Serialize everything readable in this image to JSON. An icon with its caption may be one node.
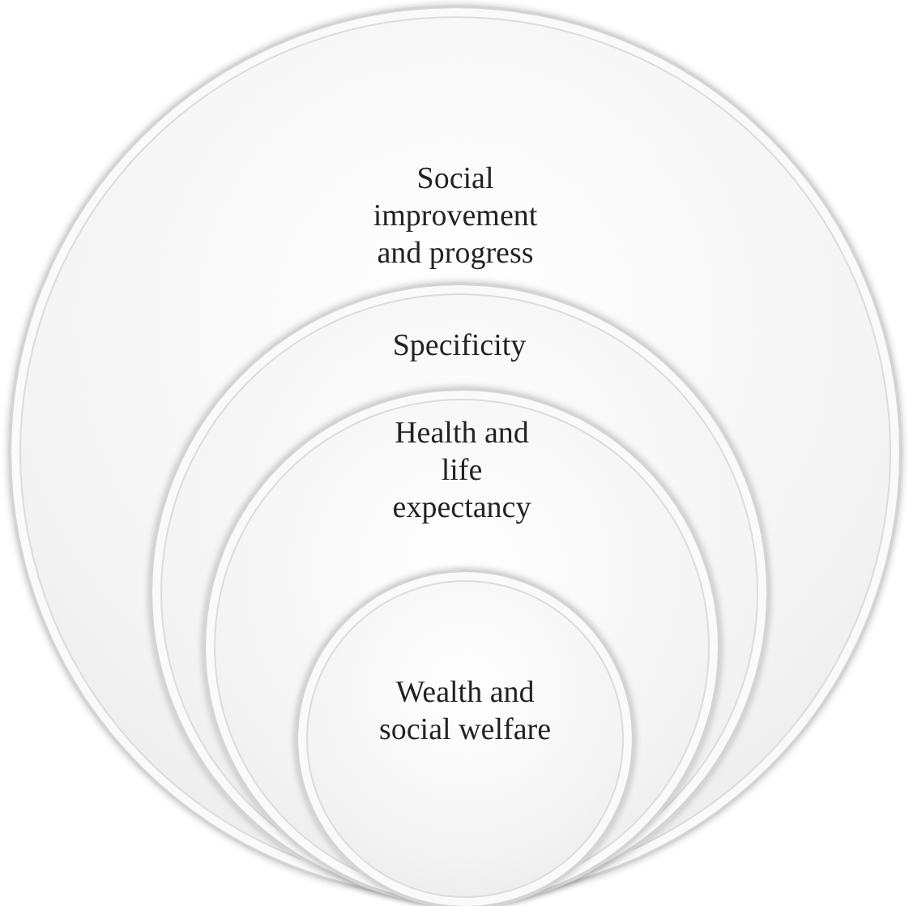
{
  "diagram": {
    "nodes": [
      {
        "text": [
          "Social improvement and progress"
        ]
      },
      {
        "text": [
          "Specificity"
        ],
        "in": 0
      },
      {
        "text": [
          "Health and life expectancy"
        ],
        "in": 1
      },
      {
        "text": [
          "Wealth and social welfare"
        ],
        "in": 2
      }
    ]
  }
}
